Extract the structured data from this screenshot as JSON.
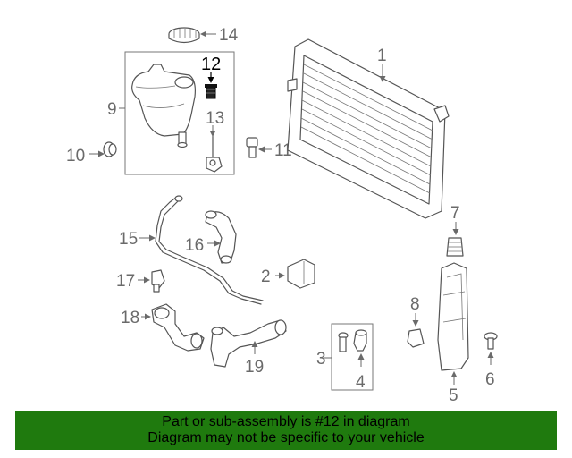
{
  "labels": {
    "p1": "1",
    "p2": "2",
    "p3": "3",
    "p4": "4",
    "p5": "5",
    "p6": "6",
    "p7": "7",
    "p8": "8",
    "p9": "9",
    "p10": "10",
    "p11": "11",
    "p12": "12",
    "p13": "13",
    "p14": "14",
    "p15": "15",
    "p16": "16",
    "p17": "17",
    "p18": "18",
    "p19": "19"
  },
  "highlight": {
    "part": "12",
    "color": "#000000"
  },
  "banner": {
    "line1": "Part or sub-assembly is #12 in diagram",
    "line2": "Diagram may not be specific to your vehicle",
    "background": "#1f7a0e"
  }
}
